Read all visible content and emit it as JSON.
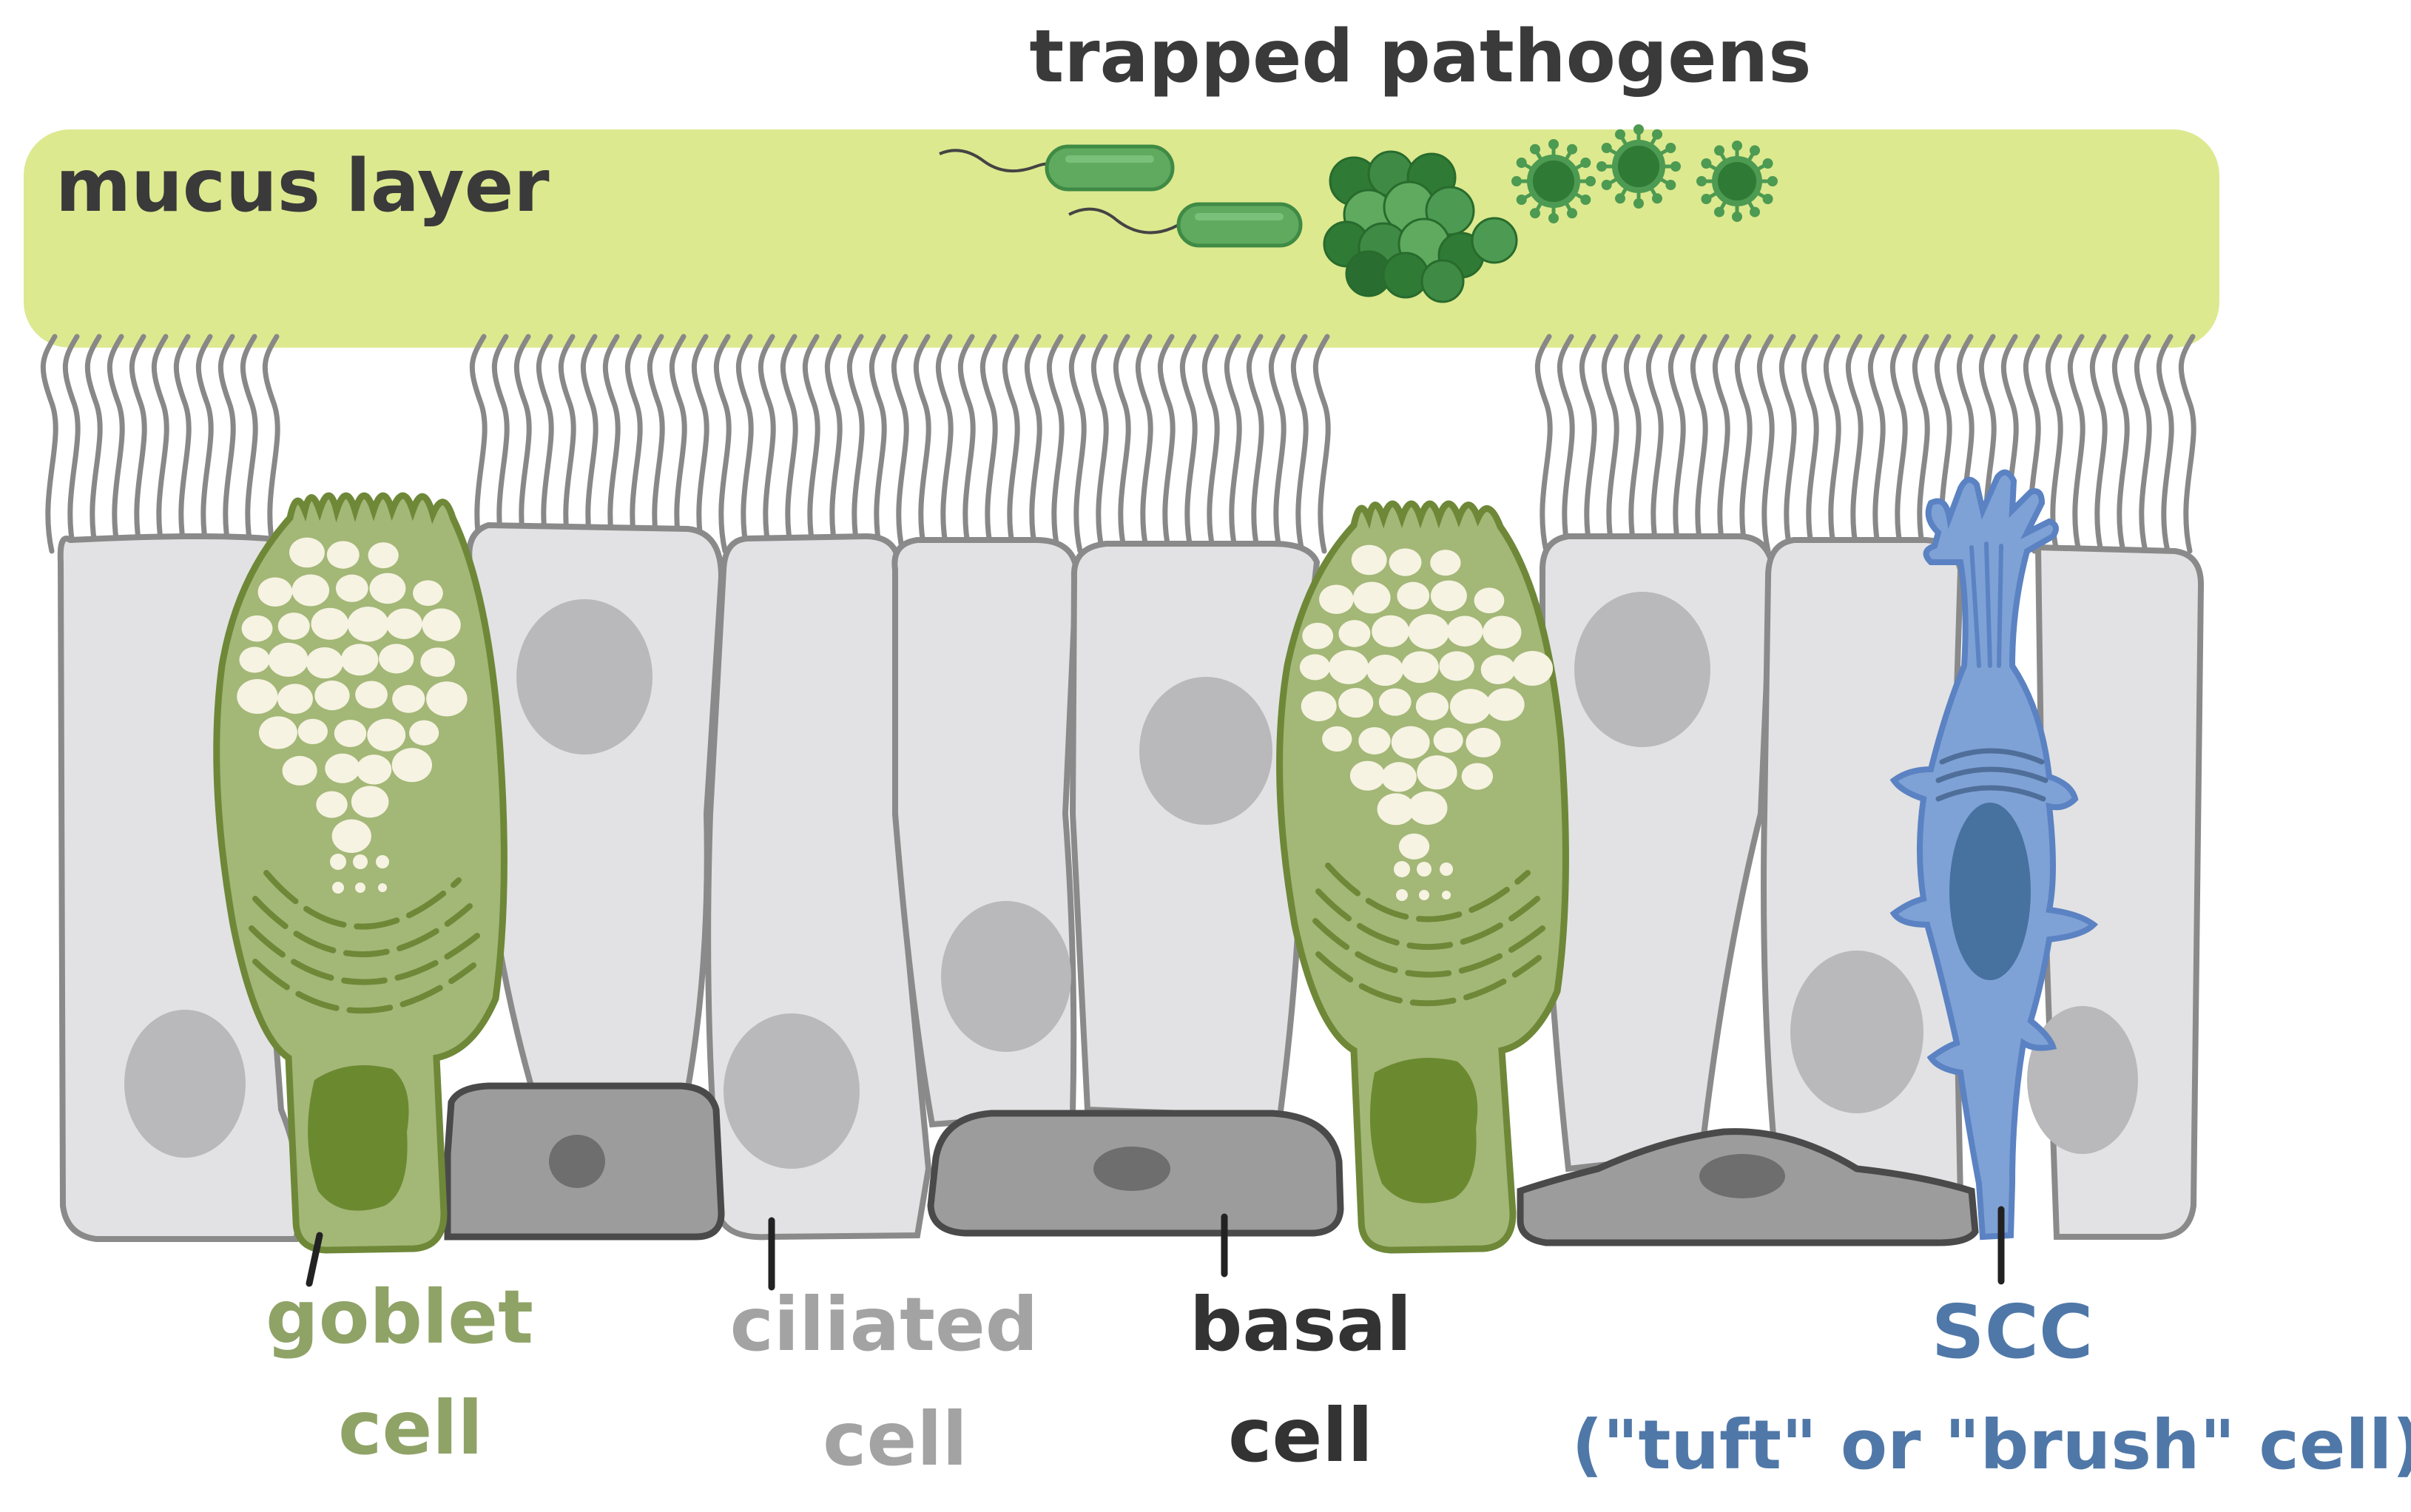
{
  "labels": {
    "trapped_pathogens": "trapped pathogens",
    "mucus_layer": "mucus layer",
    "goblet_line1": "goblet",
    "goblet_line2": "cell",
    "ciliated_line1": "ciliated",
    "ciliated_line2": "cell",
    "basal_line1": "basal",
    "basal_line2": "cell",
    "scc_line1": "SCC",
    "scc_line2": "(\"tuft\" or \"brush\" cell)"
  },
  "colors": {
    "mucus": "#dde98f",
    "goblet_fill": "#a3b777",
    "goblet_stroke": "#6e8838",
    "goblet_nucleus": "#6b8a30",
    "granule": "#f6f3e2",
    "ciliated_fill": "#e2e2e4",
    "cell_stroke": "#8a8a8a",
    "ciliated_nucleus": "#b9b8ba",
    "basal_fill": "#9c9c9c",
    "basal_stroke": "#4a4a4a",
    "basal_nucleus": "#6e6e6e",
    "scc_fill": "#7fa2d6",
    "scc_stroke": "#5b82c2",
    "scc_nucleus": "#47729f",
    "pathogen_light": "#5faa5f",
    "pathogen_dark": "#2f7a35",
    "label_dark": "#3a3a3a",
    "label_goblet": "#8fa367",
    "label_ciliated": "#a3a3a3",
    "label_basal": "#333333",
    "label_scc": "#4f78a8"
  }
}
